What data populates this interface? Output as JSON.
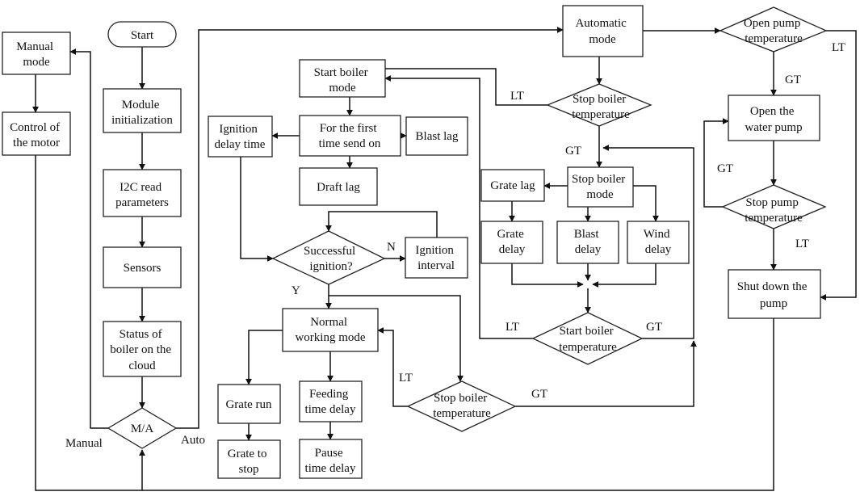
{
  "nodes": {
    "manual_mode": [
      "Manual",
      "mode"
    ],
    "control_motor": [
      "Control of",
      "the motor"
    ],
    "start": [
      "Start"
    ],
    "module_init": [
      "Module",
      "initialization"
    ],
    "i2c": [
      "I2C read",
      "parameters"
    ],
    "sensors": [
      "Sensors"
    ],
    "status_cloud": [
      "Status of",
      "boiler on the",
      "cloud"
    ],
    "ma": [
      "M/A"
    ],
    "start_boiler_mode": [
      "Start boiler",
      "mode"
    ],
    "first_send": [
      "For the first",
      "time send on"
    ],
    "blast_lag": [
      "Blast lag"
    ],
    "draft_lag": [
      "Draft lag"
    ],
    "ignition_delay": [
      "Ignition",
      "delay time"
    ],
    "successful_ignition": [
      "Successful",
      "ignition?"
    ],
    "ignition_interval": [
      "Ignition",
      "interval"
    ],
    "normal_working": [
      "Normal",
      "working mode"
    ],
    "grate_run": [
      "Grate run"
    ],
    "grate_stop": [
      "Grate to",
      "stop"
    ],
    "feeding_delay": [
      "Feeding",
      "time delay"
    ],
    "pause_delay": [
      "Pause",
      "time delay"
    ],
    "stop_boiler_temp_bottom": [
      "Stop boiler",
      "temperature"
    ],
    "automatic_mode": [
      "Automatic",
      "mode"
    ],
    "stop_boiler_temp_top": [
      "Stop boiler",
      "temperature"
    ],
    "stop_boiler_mode": [
      "Stop boiler",
      "mode"
    ],
    "grate_lag": [
      "Grate lag"
    ],
    "grate_delay": [
      "Grate",
      "delay"
    ],
    "blast_delay": [
      "Blast",
      "delay"
    ],
    "wind_delay": [
      "Wind",
      "delay"
    ],
    "start_boiler_temp": [
      "Start boiler",
      "temperature"
    ],
    "open_pump_temp": [
      "Open pump",
      "temperature"
    ],
    "open_water_pump": [
      "Open the",
      "water pump"
    ],
    "stop_pump_temp": [
      "Stop pump",
      "temperature"
    ],
    "shut_down_pump": [
      "Shut down the",
      "pump"
    ]
  },
  "edge_labels": {
    "manual": "Manual",
    "auto": "Auto",
    "n": "N",
    "y": "Y",
    "lt_stop_top": "LT",
    "gt_stop_top": "GT",
    "lt_start_temp": "LT",
    "gt_start_temp": "GT",
    "lt_stop_bottom": "LT",
    "gt_stop_bottom": "GT",
    "lt_open_pump": "LT",
    "gt_open_pump": "GT",
    "gt_stop_pump": "GT",
    "lt_stop_pump": "LT"
  }
}
